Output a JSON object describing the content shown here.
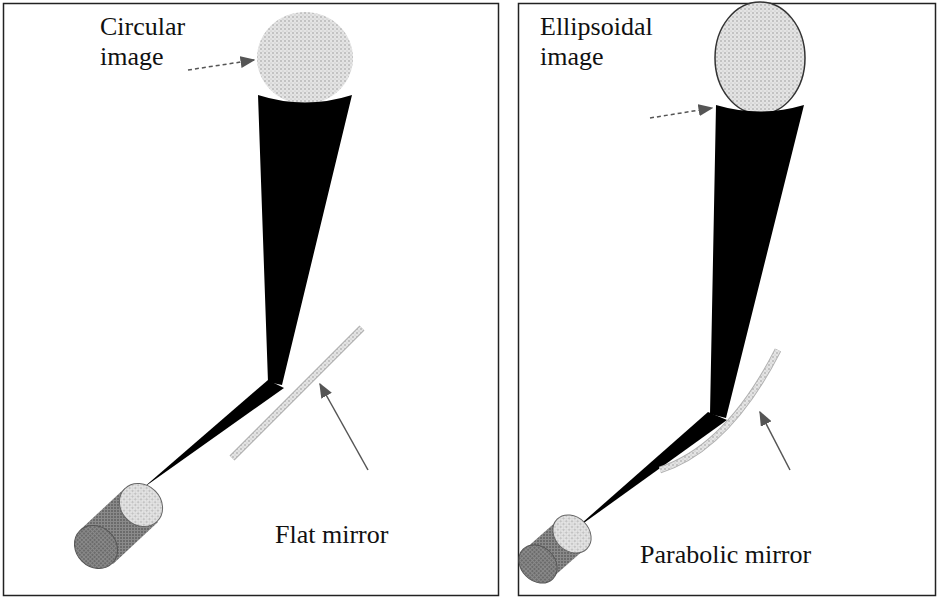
{
  "diagram": {
    "labels": [
      "Circular image",
      "Flat mirror",
      "Ellipsoidal image",
      "Parabolic mirror"
    ]
  }
}
